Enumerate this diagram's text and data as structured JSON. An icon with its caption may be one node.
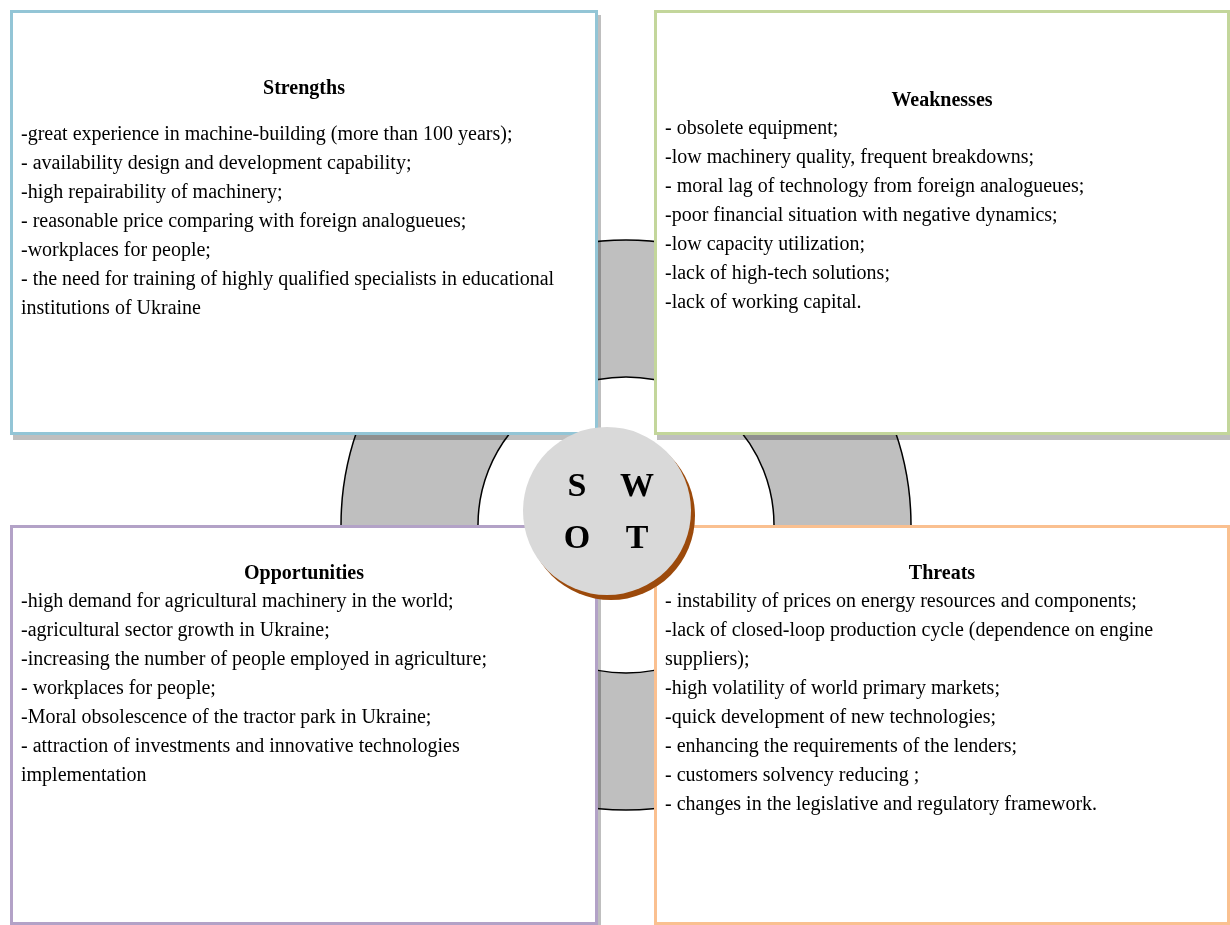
{
  "diagram": {
    "nodes": [
      {
        "text": [
          "Strengths",
          "-great experience in machine-building (more than 100 years);",
          "- availability design and development capability;",
          "-high repairability of machinery;",
          "- reasonable price comparing with foreign analogueues;",
          "-workplaces for people;",
          "- the need for training of highly qualified specialists in educational institutions of Ukraine"
        ]
      },
      {
        "text": [
          "Weaknesses",
          "- obsolete equipment;",
          "-low machinery quality, frequent breakdowns;",
          "- moral lag of technology from foreign analogueues;",
          "-poor financial situation with negative dynamics;",
          "-low capacity utilization;",
          "-lack of high-tech solutions;",
          "-lack of working capital."
        ]
      },
      {
        "text": [
          "Opportunities",
          "-high demand for agricultural machinery in the world;",
          "-agricultural sector growth in Ukraine;",
          "-increasing the number of people employed in agriculture;",
          "- workplaces for people;",
          "-Moral obsolescence of the tractor park in Ukraine;",
          "- attraction of investments and innovative technologies implementation"
        ]
      },
      {
        "text": [
          "Threats",
          "- instability of prices on energy resources and components;",
          "-lack of closed-loop production cycle (dependence on engine suppliers);",
          "-high volatility of world primary markets;",
          "-quick development of new technologies;",
          "- enhancing the requirements of the lenders;",
          "- customers solvency reducing ;",
          "- changes in the legislative and regulatory framework."
        ]
      },
      {
        "text": [
          "S",
          "W",
          "O",
          "T"
        ]
      }
    ]
  }
}
